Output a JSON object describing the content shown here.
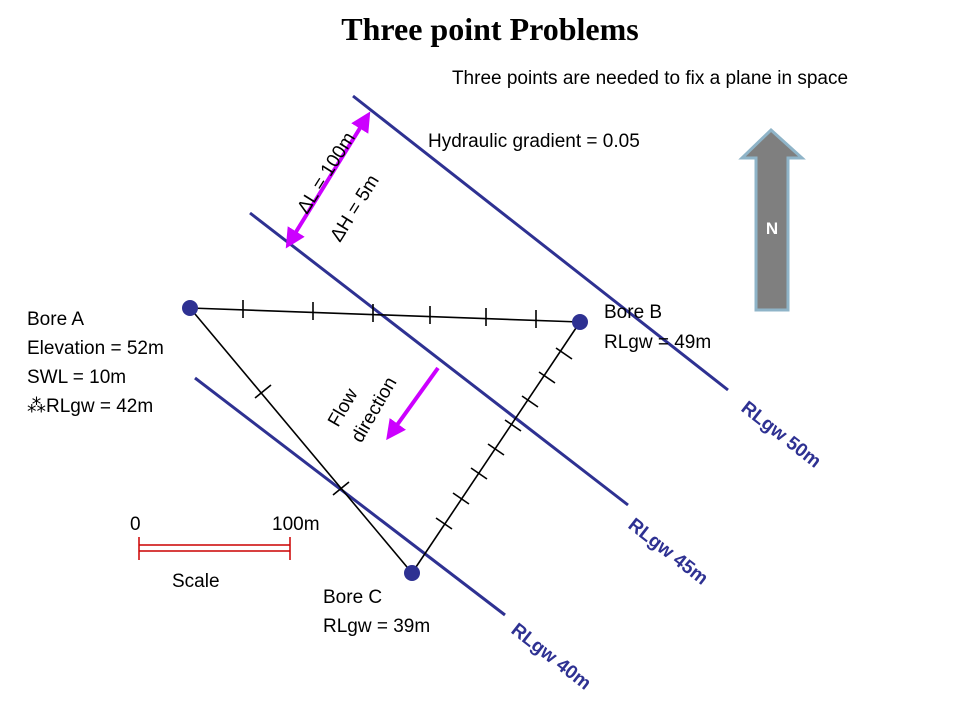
{
  "title": "Three point Problems",
  "subtitle": "Three points are needed to fix a plane in space",
  "hydraulic_gradient": "Hydraulic gradient = 0.05",
  "delta_l": "ΔL = 100m",
  "delta_h": "ΔH = 5m",
  "north_label": "N",
  "flow_label": {
    "line1": "Flow",
    "line2": "direction"
  },
  "bores": {
    "a": {
      "line1": "Bore A",
      "line2": "Elevation = 52m",
      "line3": "SWL = 10m",
      "line4": "⁂RLgw = 42m"
    },
    "b": {
      "line1": "Bore B",
      "line2": "RLgw = 49m"
    },
    "c": {
      "line1": "Bore C",
      "line2": "RLgw = 39m"
    }
  },
  "contours": {
    "c50": "RLgw 50m",
    "c45": "RLgw 45m",
    "c40": "RLgw 40m"
  },
  "scale": {
    "zero": "0",
    "hundred": "100m",
    "label": "Scale"
  },
  "colors": {
    "contour": "#2e3192",
    "arrow": "#cc00ff",
    "bore": "#2e3192",
    "scale_bar": "#cc0000",
    "north_arrow_fill": "#7f7f7f",
    "north_arrow_stroke": "#8fb4c8"
  }
}
